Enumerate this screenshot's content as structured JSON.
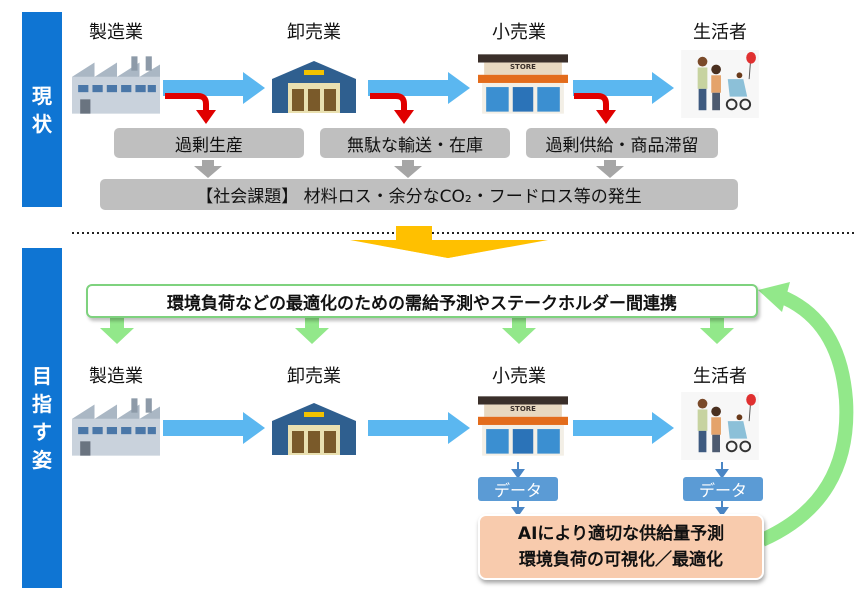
{
  "current": {
    "section_label": [
      "現",
      "状"
    ],
    "stages": [
      "製造業",
      "卸売業",
      "小売業",
      "生活者"
    ],
    "issues": [
      "過剰生産",
      "無駄な輸送・在庫",
      "過剰供給・商品滞留"
    ],
    "social_issue": "【社会課題】 材料ロス・余分なCO₂・フードロス等の発生"
  },
  "target": {
    "section_label": [
      "目",
      "指",
      "す",
      "姿"
    ],
    "banner": "環境負荷などの最適化のための需給予測やステークホルダー間連携",
    "stages": [
      "製造業",
      "卸売業",
      "小売業",
      "生活者"
    ],
    "data_tags": [
      "データ",
      "データ"
    ],
    "ai_box": [
      "AIにより適切な供給量予測",
      "環境負荷の可視化／最適化"
    ]
  },
  "store_sign": "STORE",
  "colors": {
    "side_blue": "#0f75d3",
    "flow_arrow": "#5bb7f0",
    "red_arrow": "#e00000",
    "grey_box": "#bfbfbf",
    "grey_arrow": "#a6a6a6",
    "orange_arrow": "#ffc000",
    "green_arrow": "#92e88a",
    "data_blue": "#5b9bd5",
    "ai_box": "#f8cbad"
  },
  "icons": [
    "factory-icon",
    "warehouse-icon",
    "store-icon",
    "family-icon"
  ]
}
